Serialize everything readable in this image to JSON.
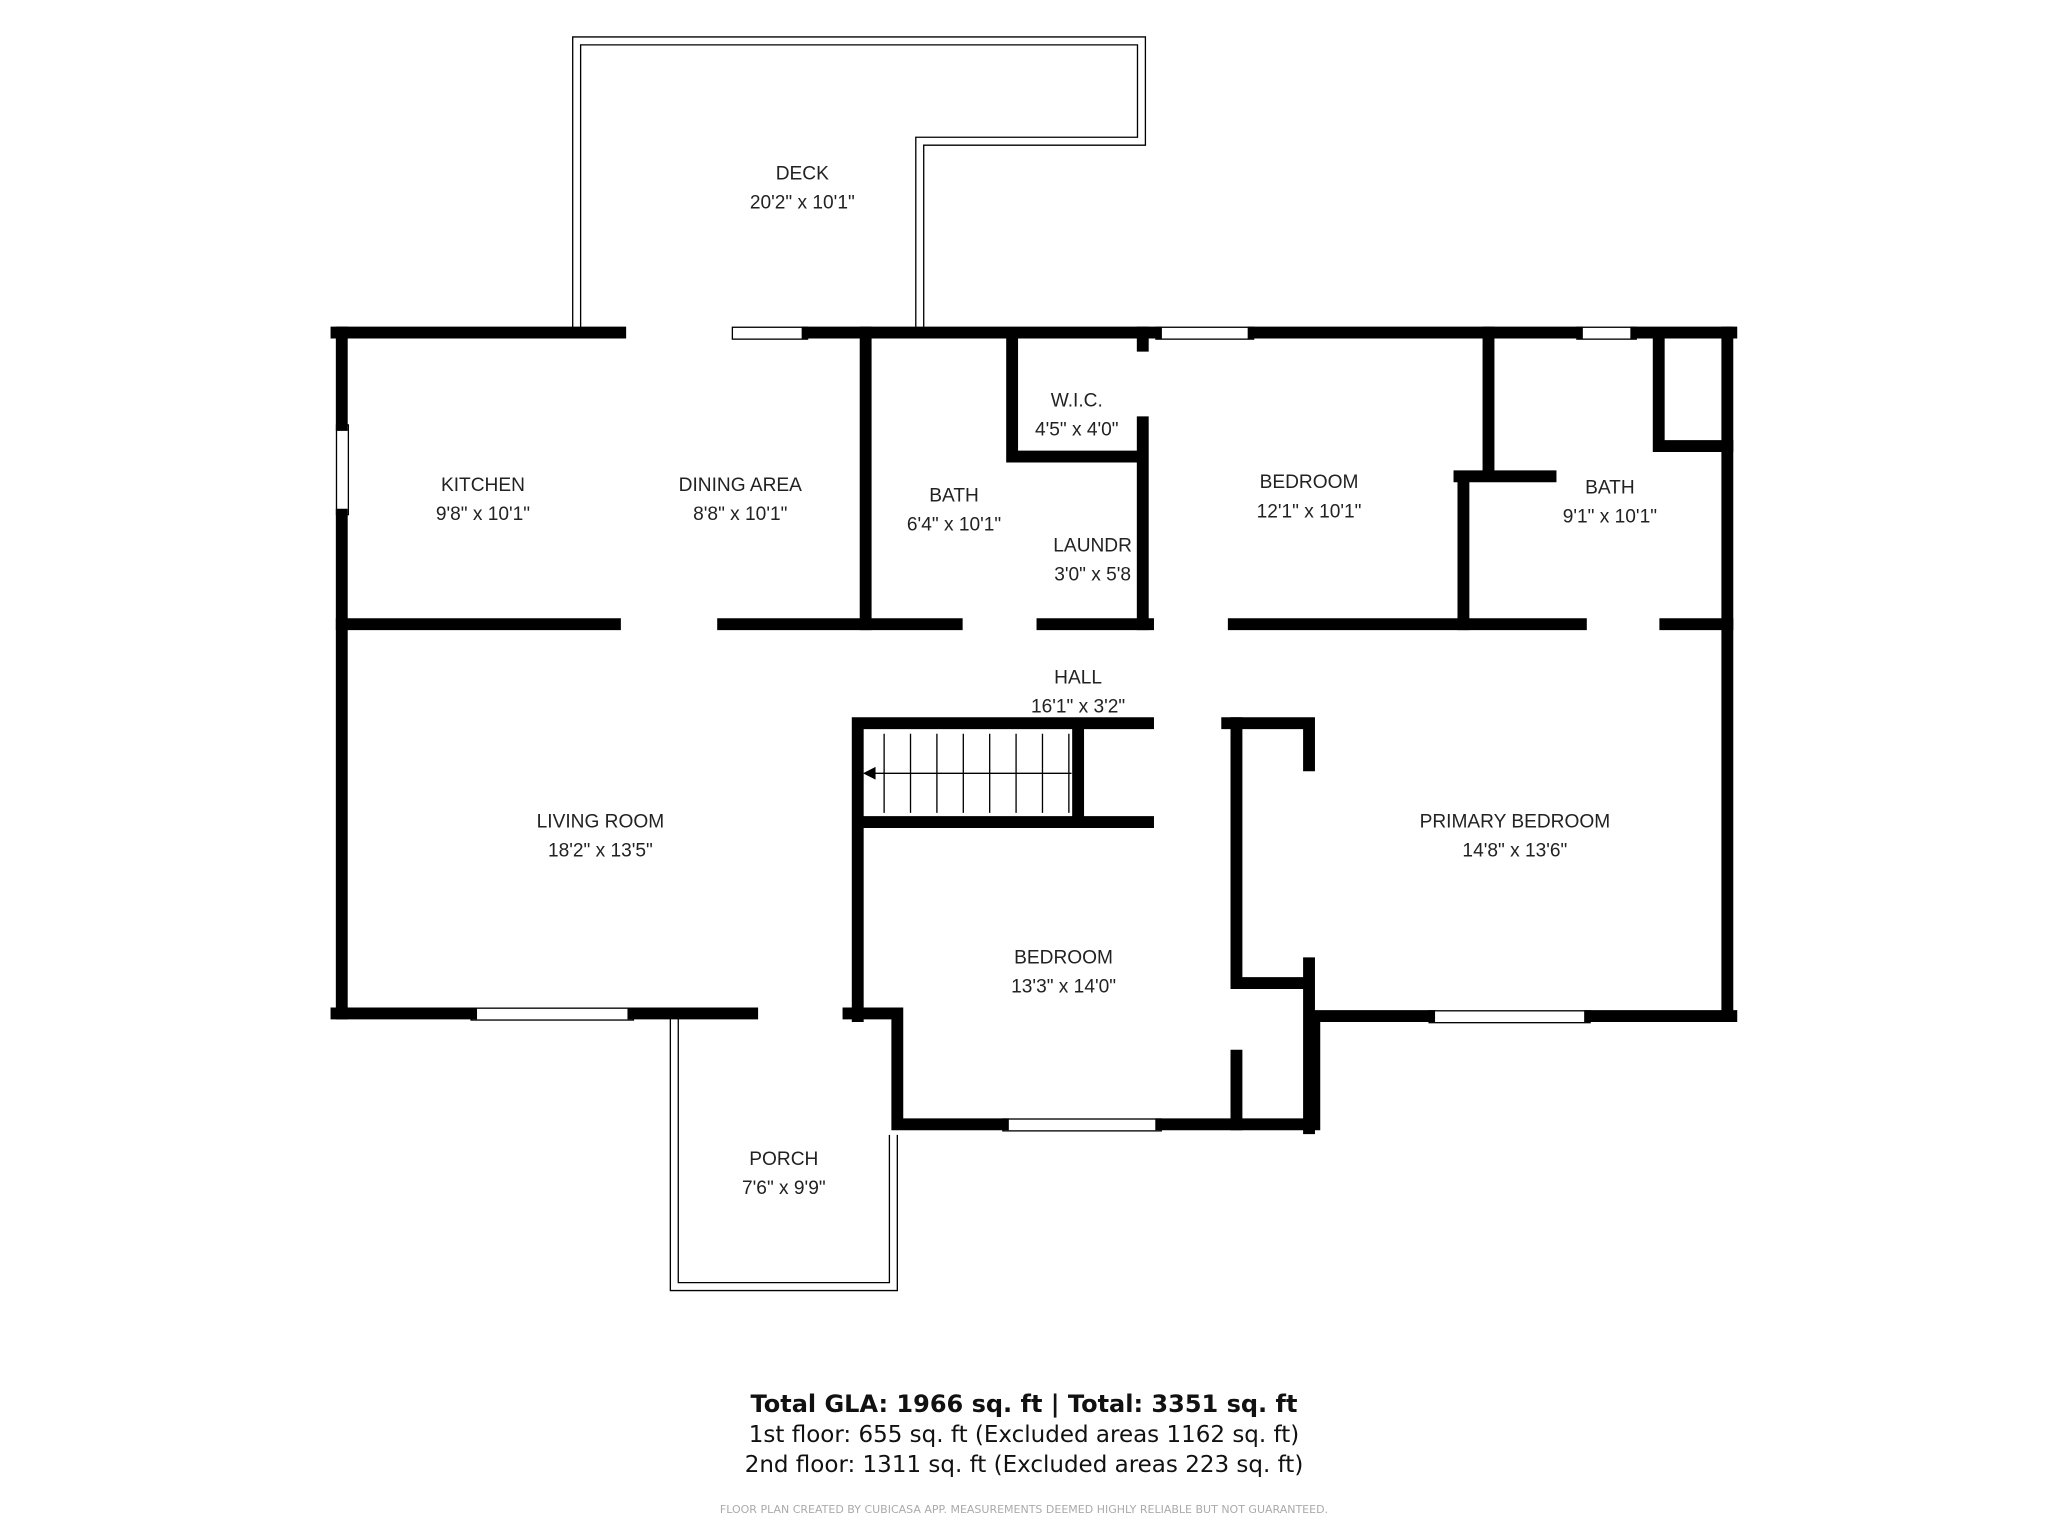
{
  "rooms": [
    {
      "name": "DECK",
      "size": "20'2\" x 10'1\""
    },
    {
      "name": "KITCHEN",
      "size": "9'8\" x 10'1\""
    },
    {
      "name": "DINING AREA",
      "size": "8'8\" x 10'1\""
    },
    {
      "name": "BATH",
      "size": "6'4\" x 10'1\""
    },
    {
      "name": "W.I.C.",
      "size": "4'5\" x 4'0\""
    },
    {
      "name": "LAUNDR",
      "size": "3'0\" x 5'8"
    },
    {
      "name": "BEDROOM",
      "size": "12'1\" x 10'1\""
    },
    {
      "name": "BATH",
      "size": "9'1\" x 10'1\""
    },
    {
      "name": "HALL",
      "size": "16'1\" x 3'2\""
    },
    {
      "name": "LIVING ROOM",
      "size": "18'2\" x 13'5\""
    },
    {
      "name": "PRIMARY BEDROOM",
      "size": "14'8\" x 13'6\""
    },
    {
      "name": "BEDROOM",
      "size": "13'3\" x 14'0\""
    },
    {
      "name": "PORCH",
      "size": "7'6\" x 9'9\""
    }
  ],
  "summary": {
    "total": "Total GLA: 1966 sq. ft | Total: 3351 sq. ft",
    "first_floor": "1st floor: 655 sq. ft (Excluded areas 1162 sq. ft)",
    "second_floor": "2nd floor: 1311 sq. ft (Excluded areas 223 sq. ft)",
    "disclaimer": "FLOOR PLAN CREATED BY CUBICASA APP. MEASUREMENTS DEEMED HIGHLY RELIABLE BUT NOT GUARANTEED."
  },
  "colors": {
    "wall": "#000000",
    "background": "#ffffff"
  }
}
